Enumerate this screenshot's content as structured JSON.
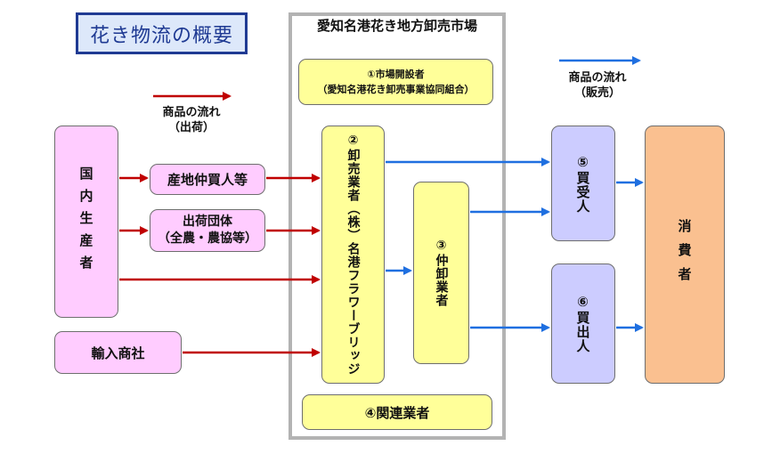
{
  "title": "花き物流の概要",
  "market": {
    "title": "愛知名港花き地方卸売市場",
    "operator_line1": "①市場開設者",
    "operator_line2": "（愛知名港花き卸売事業協同組合）",
    "wholesaler": "②卸売業者（株）名港フラワーブリッジ",
    "intermediate": "③仲卸業者",
    "related": "④関連業者"
  },
  "producers": {
    "domestic": "国内生産者",
    "local_middleman": "産地仲買人等",
    "shipping_group_line1": "出荷団体",
    "shipping_group_line2": "（全農・農協等）",
    "importer": "輸入商社"
  },
  "buyers": {
    "participant": "⑤買受人",
    "out_buyer": "⑥買出人",
    "consumer": "消費者"
  },
  "flows": {
    "shipping_line1": "商品の流れ",
    "shipping_line2": "（出荷）",
    "sales_line1": "商品の流れ",
    "sales_line2": "（販売）"
  },
  "colors": {
    "inbound_arrow": "#c00000",
    "outbound_arrow": "#1f6fe0",
    "producer_fill": "#ffccff",
    "market_fill": "#ffff99",
    "buyer_fill": "#ccccff",
    "consumer_fill": "#fac090"
  }
}
